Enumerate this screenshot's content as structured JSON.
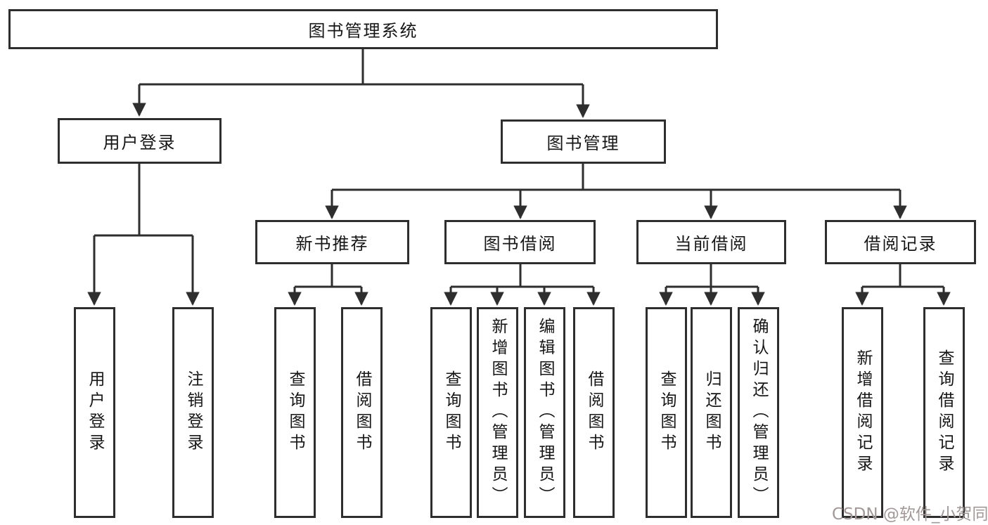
{
  "tree": {
    "root": "图书管理系统",
    "user": {
      "label": "用户登录",
      "children": [
        "用户登录",
        "注销登录"
      ]
    },
    "mgmt": {
      "label": "图书管理",
      "groups": [
        {
          "label": "新书推荐",
          "children": [
            "查询图书",
            "借阅图书"
          ]
        },
        {
          "label": "图书借阅",
          "children": [
            "查询图书",
            "新增图书（管理员）",
            "编辑图书（管理员）",
            "借阅图书"
          ]
        },
        {
          "label": "当前借阅",
          "children": [
            "查询图书",
            "归还图书",
            "确认归还（管理员）"
          ]
        },
        {
          "label": "借阅记录",
          "children": [
            "新增借阅记录",
            "查询借阅记录"
          ]
        }
      ]
    }
  },
  "watermark": "CSDN @软件_小贺同学",
  "colors": {
    "line": "#2e2e2e",
    "box_border": "#2e2e2e",
    "text": "#161616",
    "background": "#ffffff",
    "watermark": "#a39898"
  }
}
